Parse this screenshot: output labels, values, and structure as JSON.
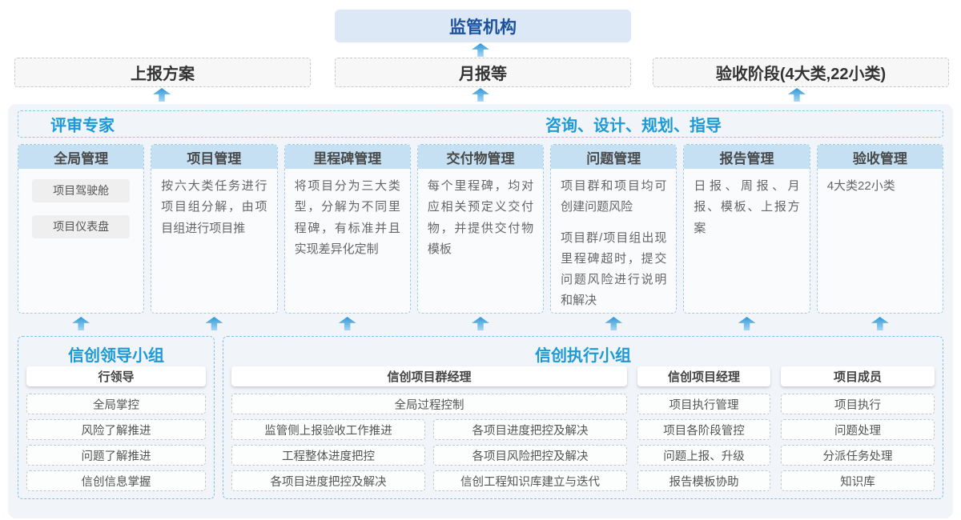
{
  "top": {
    "regulator": "监管机构"
  },
  "row2": {
    "items": [
      "上报方案",
      "月报等",
      "验收阶段(4大类,22小类)"
    ]
  },
  "panel": {
    "left_header": "评审专家",
    "right_header": "咨询、设计、规划、指导",
    "columns": [
      {
        "title": "全局管理",
        "pills": [
          "项目驾驶舱",
          "项目仪表盘"
        ]
      },
      {
        "title": "项目管理",
        "body": [
          "按六大类任务进行项目组分解，由项目组进行项目推"
        ]
      },
      {
        "title": "里程碑管理",
        "body": [
          "将项目分为三大类型，分解为不同里程碑，有标准并且实现差异化定制"
        ]
      },
      {
        "title": "交付物管理",
        "body": [
          "每个里程碑，均对应相关预定义交付物，并提供交付物模板"
        ]
      },
      {
        "title": "问题管理",
        "body": [
          "项目群和项目均可创建问题风险",
          "项目群/项目组出现里程碑超时，提交问题风险进行说明和解决"
        ]
      },
      {
        "title": "报告管理",
        "body": [
          "日报、周报、月报、模板、上报方案"
        ]
      },
      {
        "title": "验收管理",
        "body": [
          "4大类22小类"
        ]
      }
    ]
  },
  "groups": {
    "leader": {
      "title": "信创领导小组",
      "role": "行领导",
      "items": [
        "全局掌控",
        "风险了解推进",
        "问题了解推进",
        "信创信息掌握"
      ]
    },
    "exec": {
      "title": "信创执行小组",
      "pgm": {
        "role": "信创项目群经理",
        "full_width_item": "全局过程控制",
        "grid_items": [
          "监管侧上报验收工作推进",
          "各项目进度把控及解决",
          "工程整体进度把控",
          "各项目风险把控及解决",
          "各项目进度把控及解决",
          "信创工程知识库建立与迭代"
        ]
      },
      "pm": {
        "role": "信创项目经理",
        "items": [
          "项目执行管理",
          "项目各阶段管控",
          "问题上报、升级",
          "报告模板协助"
        ]
      },
      "member": {
        "role": "项目成员",
        "items": [
          "项目执行",
          "问题处理",
          "分派任务处理",
          "知识库"
        ]
      }
    }
  },
  "colors": {
    "accent_blue": "#1d9ad6",
    "navy_text": "#1c519e",
    "regulator_fill": "#dce8f5",
    "column_header_fill": "#c5e0f2",
    "panel_bg": "#f1f5f9",
    "arrow_blue": "#2f97d8"
  }
}
